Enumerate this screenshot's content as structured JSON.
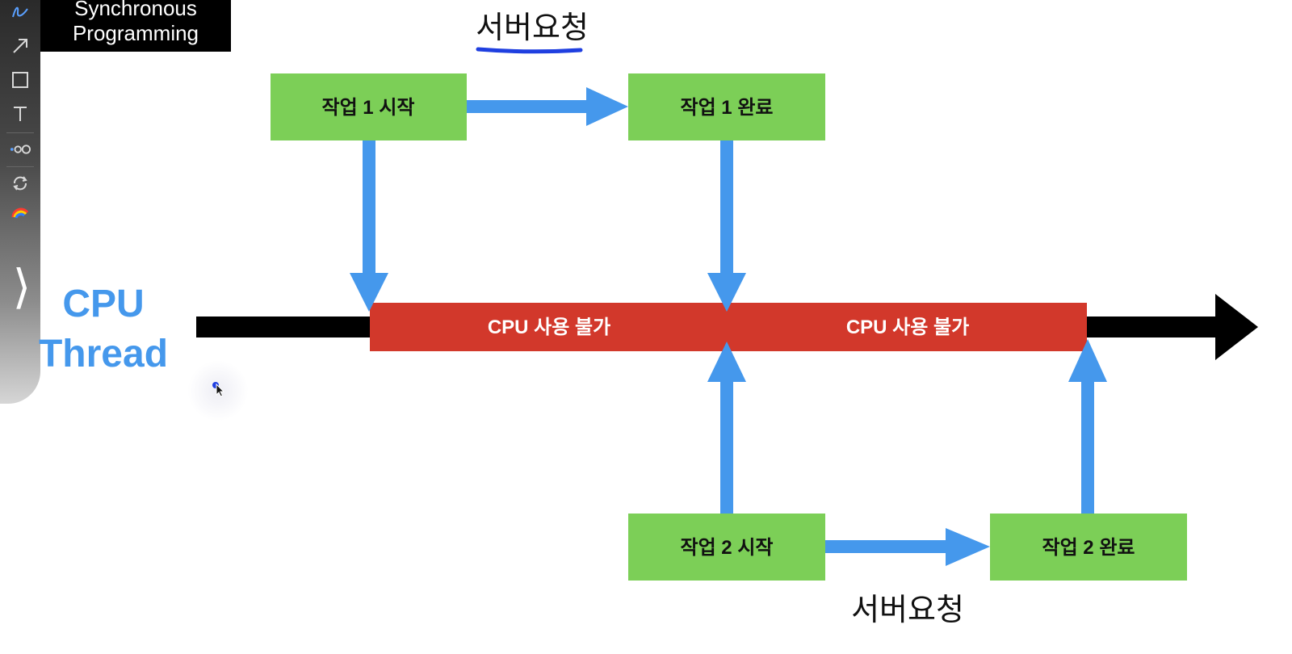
{
  "title": {
    "line1": "Synchronous",
    "line2": "Programming"
  },
  "thread_label": {
    "line1": "CPU",
    "line2": "Thread"
  },
  "server_request_top": "서버요청",
  "server_request_bottom": "서버요청",
  "tasks": {
    "task1_start": "작업 1 시작",
    "task1_done": "작업 1 완료",
    "task2_start": "작업 2 시작",
    "task2_done": "작업 2 완료"
  },
  "blocked": {
    "first": "CPU 사용 불가",
    "second": "CPU 사용 불가"
  },
  "colors": {
    "task_box": "#7ccf57",
    "arrow": "#4598ec",
    "blocked": "#d2382b",
    "timeline": "#000000",
    "underline": "#1f3fe0",
    "label": "#4598ec"
  },
  "toolbar": {
    "tools": [
      "pen-icon",
      "arrow-tool-icon",
      "rectangle-tool-icon",
      "text-tool-icon",
      "connector-tool-icon",
      "rotate-icon",
      "color-picker-icon"
    ],
    "expand_glyph": "⟩"
  }
}
